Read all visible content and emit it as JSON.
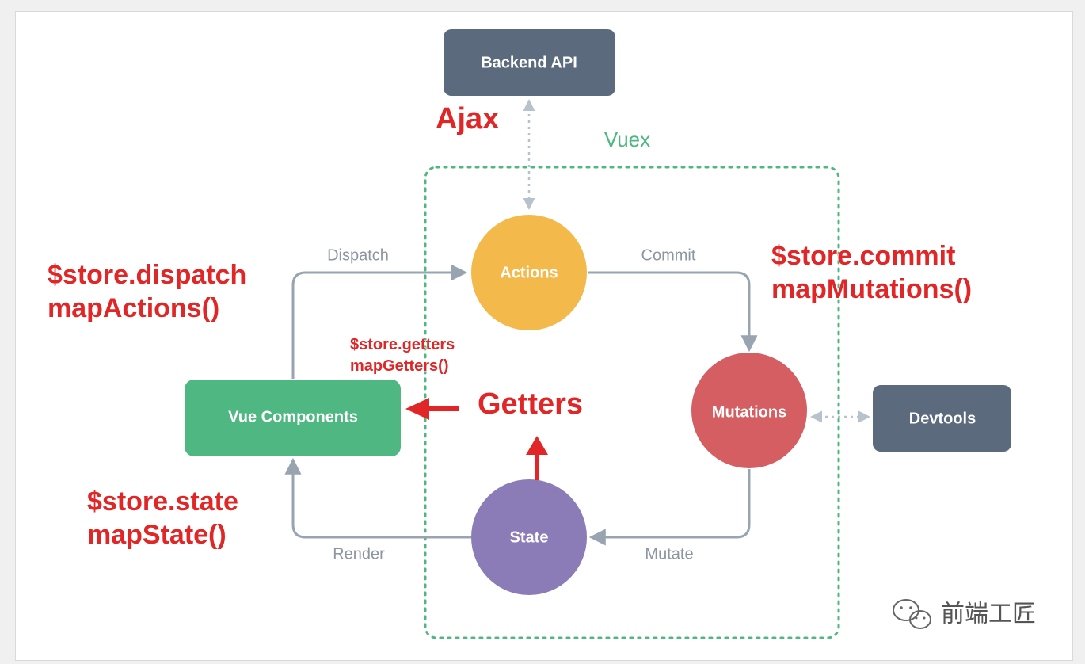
{
  "nodes": {
    "backend_api": "Backend API",
    "actions": "Actions",
    "mutations": "Mutations",
    "state": "State",
    "vue_components": "Vue Components",
    "devtools": "Devtools"
  },
  "flow_labels": {
    "dispatch": "Dispatch",
    "commit": "Commit",
    "mutate": "Mutate",
    "render": "Render"
  },
  "container_label": "Vuex",
  "annotations": {
    "ajax": "Ajax",
    "dispatch_line1": "$store.dispatch",
    "dispatch_line2": "mapActions()",
    "commit_line1": "$store.commit",
    "commit_line2": "mapMutations()",
    "getters_line1": "$store.getters",
    "getters_line2": "mapGetters()",
    "getters": "Getters",
    "state_line1": "$store.state",
    "state_line2": "mapState()"
  },
  "watermark": "前端工匠",
  "colors": {
    "backend": "#5b6b7d",
    "devtools": "#5b6b7d",
    "actions": "#f3b94a",
    "mutations": "#d45e62",
    "state": "#8b7cb7",
    "vue_components": "#4eb782",
    "vuex_border": "#4fb882",
    "arrow": "#98a4b0",
    "annotation": "#e02626"
  },
  "icons": {
    "watermark": "wechat-icon"
  }
}
